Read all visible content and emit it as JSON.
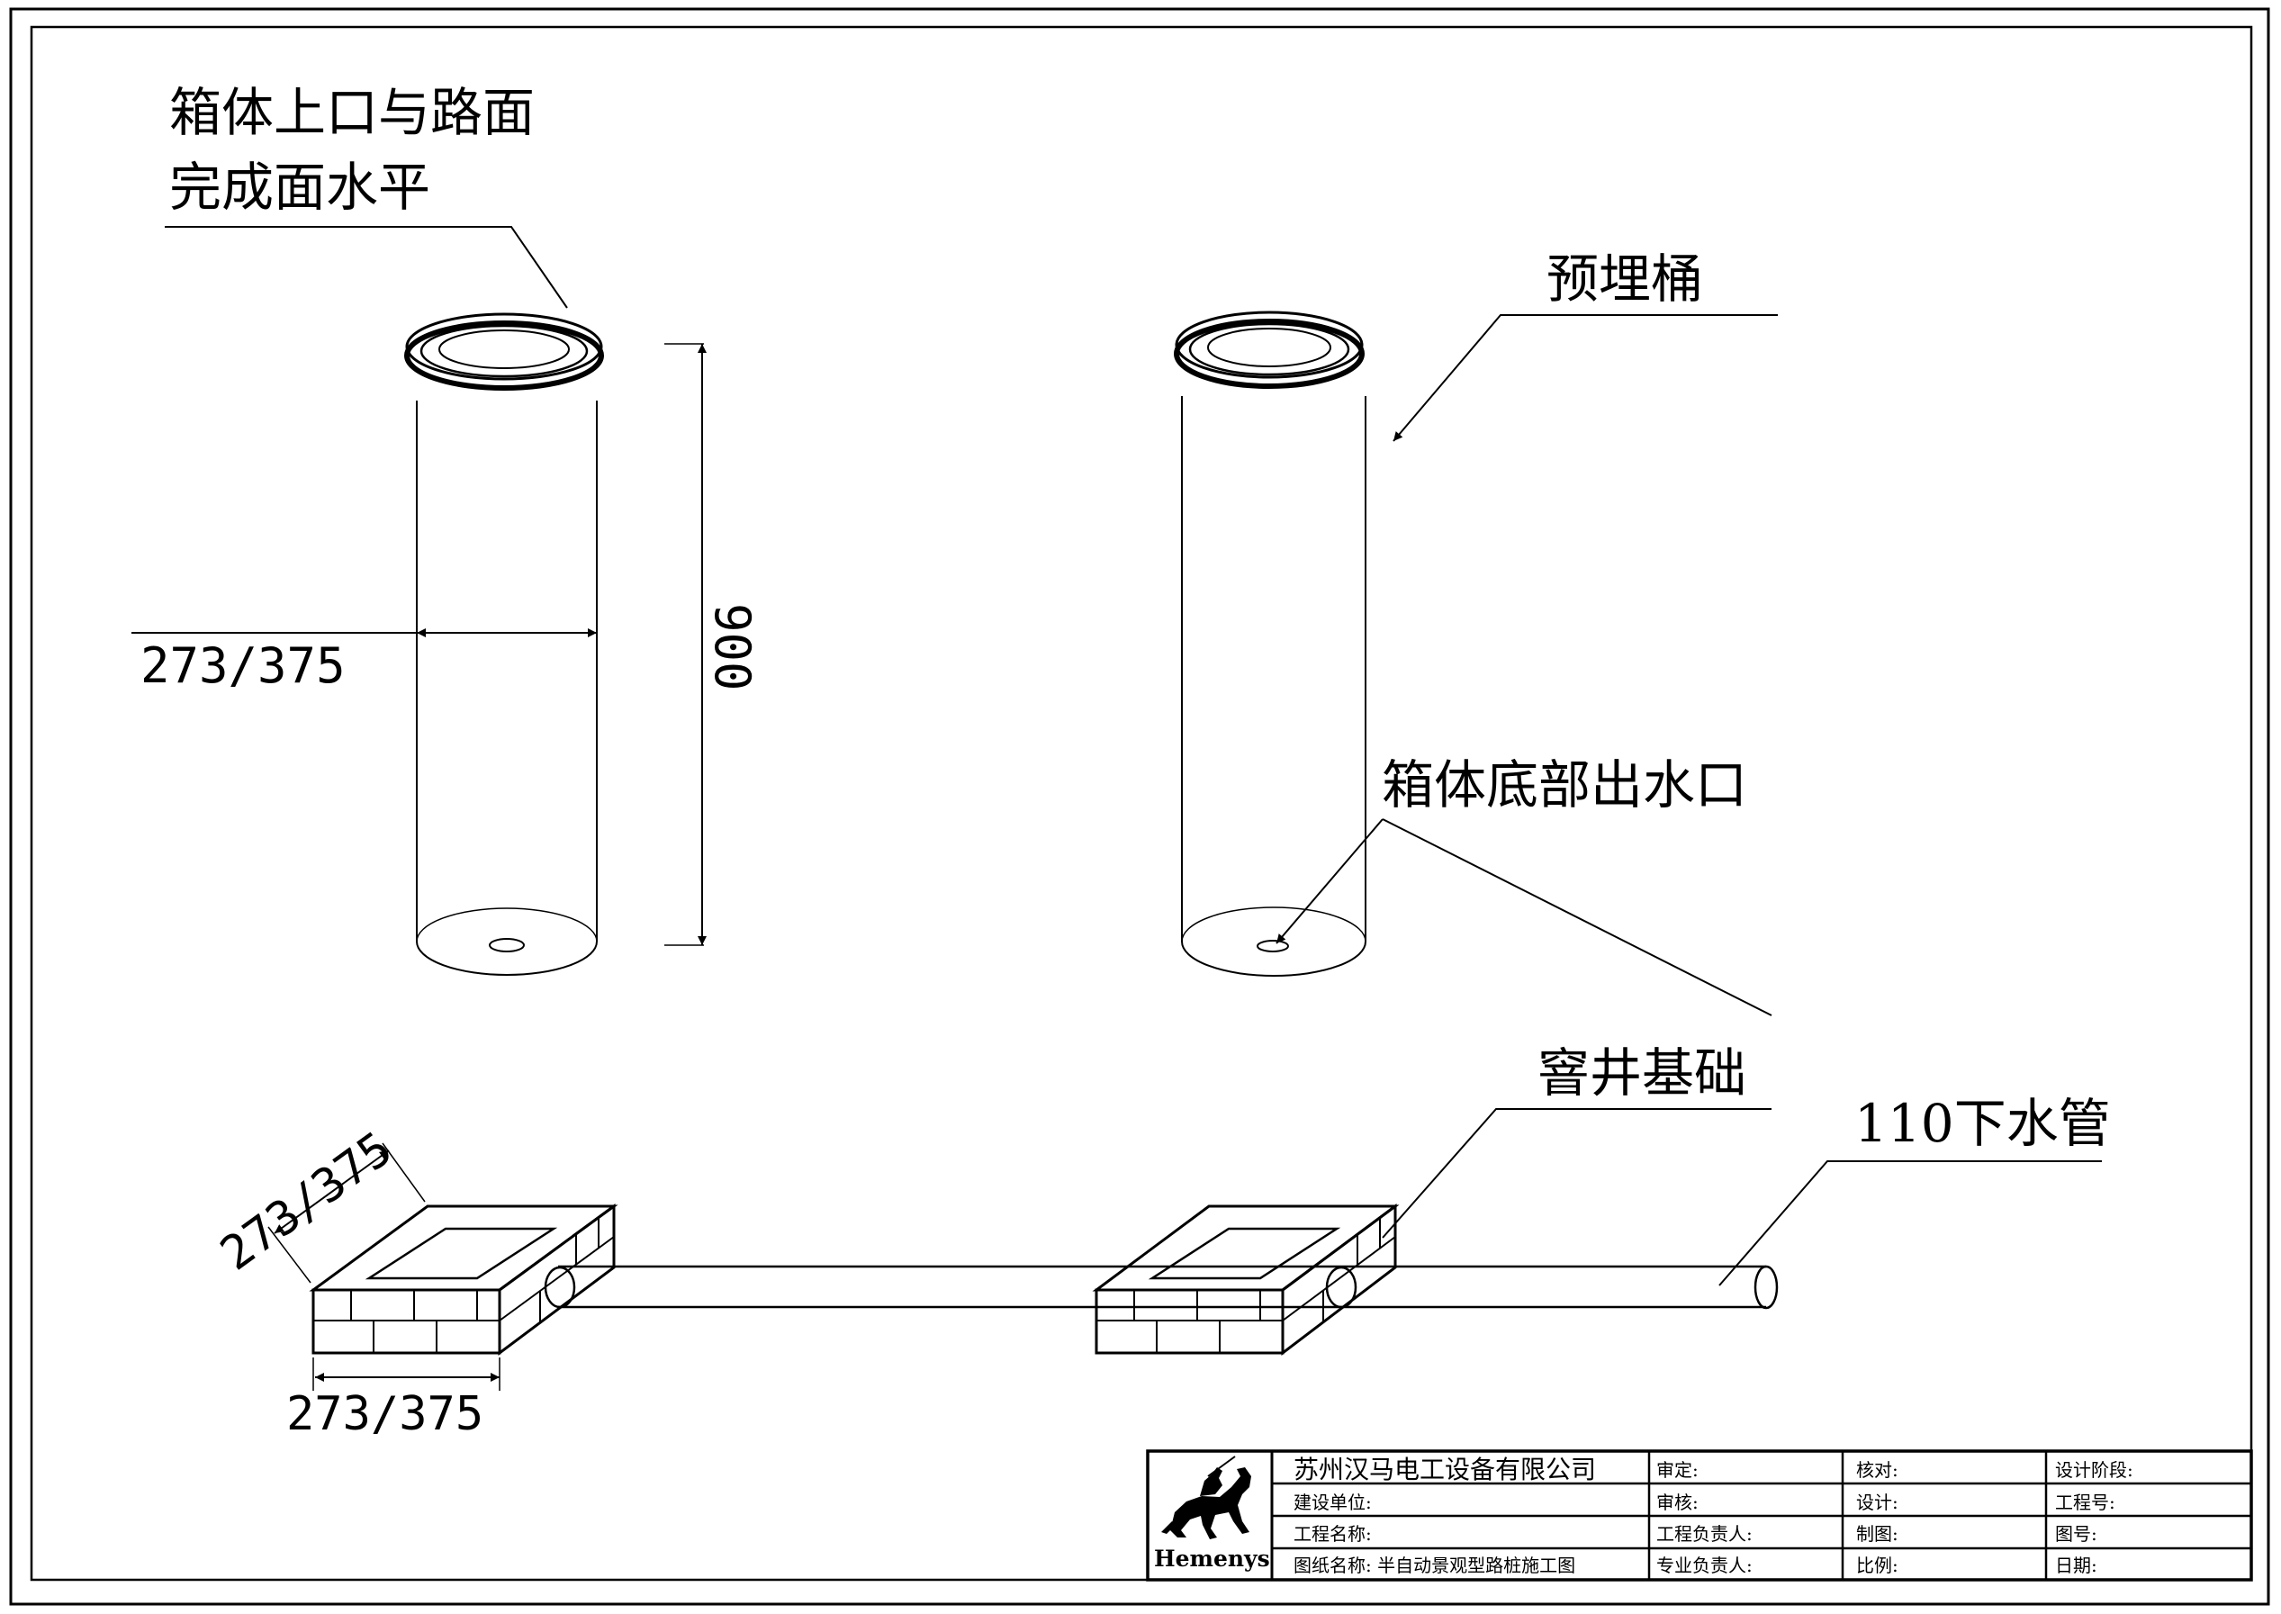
{
  "labels": {
    "top_flush_line1": "箱体上口与路面",
    "top_flush_line2": "完成面水平",
    "embedded_bucket": "预埋桶",
    "bottom_outlet": "箱体底部出水口",
    "well_foundation": "窨井基础",
    "drain_pipe": "110下水管"
  },
  "dimensions": {
    "cylinder_diameter": "273/375",
    "cylinder_height": "900",
    "base_depth": "273/375",
    "base_width": "273/375"
  },
  "title_block": {
    "logo_text": "Hemenys",
    "company": "苏州汉马电工设备有限公司",
    "build_unit": "建设单位:",
    "project_name": "工程名称:",
    "drawing_name": "图纸名称:   半自动景观型路桩施工图",
    "approved": "审定:",
    "reviewed": "审核:",
    "project_lead": "工程负责人:",
    "discipline_lead": "专业负责人:",
    "checked": "核对:",
    "designed": "设计:",
    "drawn": "制图:",
    "scale": "比例:",
    "design_stage": "设计阶段:",
    "project_no": "工程号:",
    "drawing_no": "图号:",
    "date": "日期:"
  }
}
